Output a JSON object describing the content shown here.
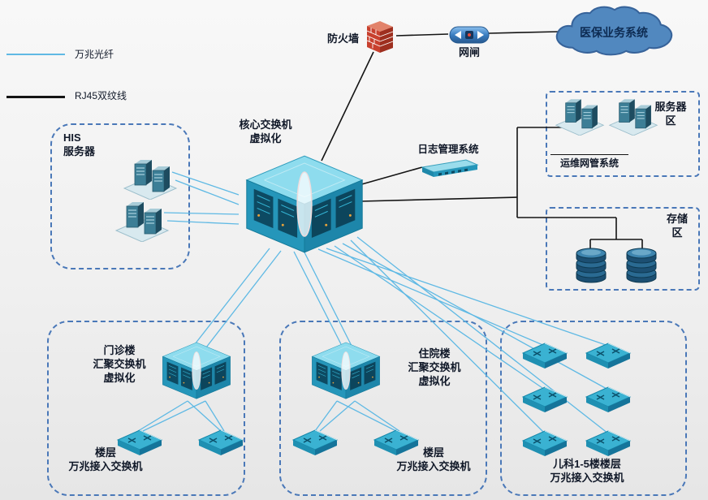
{
  "legend": {
    "fiber": "万兆光纤",
    "rj45": "RJ45双纹线"
  },
  "external": {
    "firewall": "防火墙",
    "gateway": "网闸",
    "cloud": "医保业务系统"
  },
  "core": {
    "label": "核心交换机\n虚拟化",
    "log_system": "日志管理系统"
  },
  "server_zone": {
    "zone_label": "服务器\n区",
    "om_label": "运维网管系统"
  },
  "storage_zone": {
    "zone_label": "存储\n区"
  },
  "his_zone": {
    "label": "HIS\n服务器"
  },
  "outpatient_zone": {
    "cluster_label": "门诊楼\n汇聚交换机\n虚拟化",
    "access_label": "楼层\n万兆接入交换机"
  },
  "inpatient_zone": {
    "cluster_label": "住院楼\n汇聚交换机\n虚拟化",
    "access_label": "楼层\n万兆接入交换机"
  },
  "pediatrics_zone": {
    "access_label": "儿科1-5楼楼层\n万兆接入交换机"
  },
  "colors": {
    "fiber_line": "#5fb9e4",
    "rj45_line": "#141414",
    "zone_border": "#4a78b8",
    "switch_top": "#8edcee",
    "switch_body": "#2596ba",
    "cloud_fill": "#5188bf",
    "firewall_red": "#c8402e",
    "storage_navy": "#1c4f72",
    "label_text": "#101828"
  }
}
